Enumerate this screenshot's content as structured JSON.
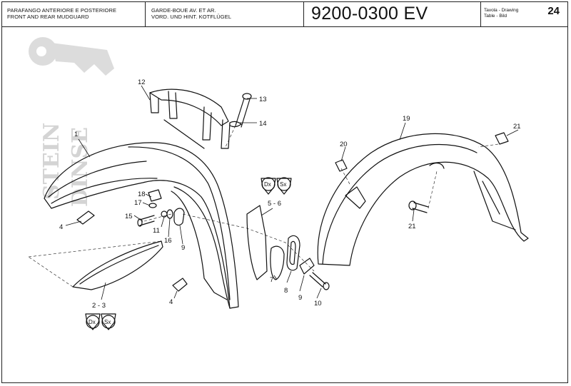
{
  "header": {
    "title_it": "PARAFANGO ANTERIORE E POSTERIORE",
    "title_en": "FRONT AND REAR MUDGUARD",
    "title_fr": "GARDE-BOUE AV. ET AR.",
    "title_de": "VORD. UND HINT. KOTFLÜGEL",
    "drawing_number": "9200-0300 EV",
    "table_label_1": "Tavola - Drawing",
    "table_label_2": "Table - Bild",
    "page_number": "24"
  },
  "watermark": {
    "line1": "STEIN",
    "line2": "DINSE"
  },
  "callouts": {
    "c1": "1",
    "c2_3": "2 - 3",
    "c4a": "4",
    "c4b": "4",
    "c5_6": "5 - 6",
    "c7": "7",
    "c8": "8",
    "c9a": "9",
    "c9b": "9",
    "c10": "10",
    "c11": "11",
    "c12": "12",
    "c13": "13",
    "c14": "14",
    "c15": "15",
    "c16": "16",
    "c17": "17",
    "c18": "18",
    "c19": "19",
    "c20": "20",
    "c21a": "21",
    "c21b": "21"
  },
  "badges": {
    "dx": "Dx",
    "sx": "Sx"
  }
}
